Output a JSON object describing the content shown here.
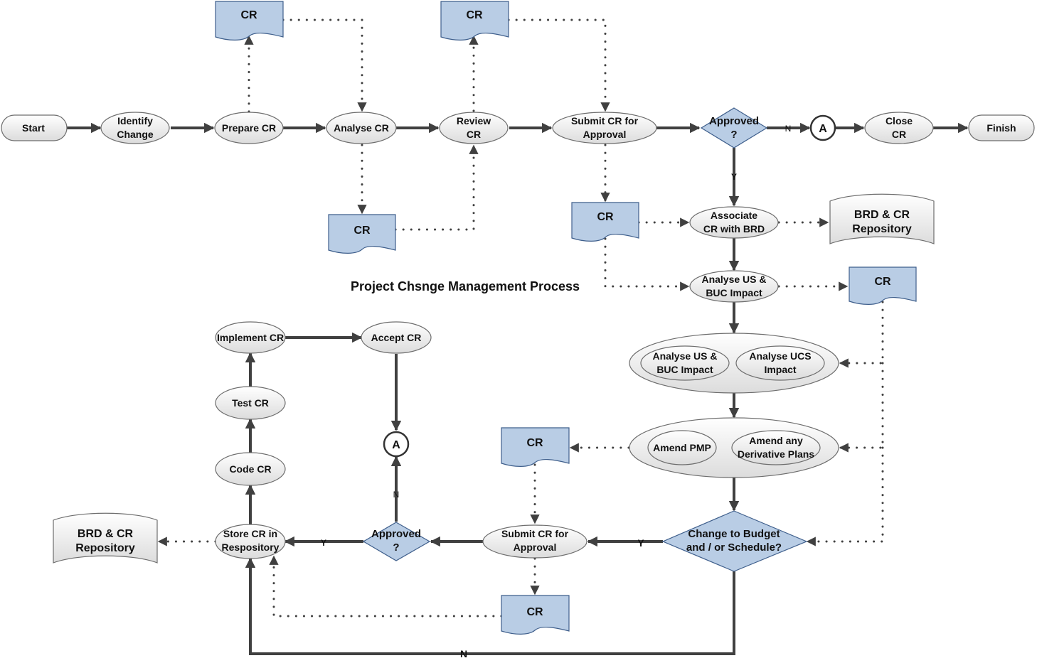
{
  "title": "Project Chsnge Management Process",
  "nodes": {
    "start": "Start",
    "identify_change": [
      "Identify",
      "Change"
    ],
    "prepare_cr": "Prepare CR",
    "analyse_cr": "Analyse CR",
    "review_cr": [
      "Review",
      "CR"
    ],
    "submit_cr_top": [
      "Submit CR for",
      "Approval"
    ],
    "approved_top": [
      "Approved",
      "?"
    ],
    "connector_a_top": "A",
    "close_cr": [
      "Close",
      "CR"
    ],
    "finish": "Finish",
    "associate_cr": [
      "Associate",
      "CR with BRD"
    ],
    "brd_repo_top": [
      "BRD & CR",
      "Repository"
    ],
    "analyse_us_buc_1": [
      "Analyse US &",
      "BUC Impact"
    ],
    "analyse_us_buc_2": [
      "Analyse US &",
      "BUC Impact"
    ],
    "analyse_ucs": [
      "Analyse UCS",
      "Impact"
    ],
    "amend_pmp": "Amend PMP",
    "amend_plans": [
      "Amend any",
      "Derivative Plans"
    ],
    "change_budget": [
      "Change to Budget",
      "and / or Schedule?"
    ],
    "submit_cr_bottom": [
      "Submit CR for",
      "Approval"
    ],
    "approved_bottom": [
      "Approved",
      "?"
    ],
    "store_cr": [
      "Store CR in",
      "Respository"
    ],
    "brd_repo_bottom": [
      "BRD & CR",
      "Repository"
    ],
    "code_cr": "Code CR",
    "test_cr": "Test CR",
    "implement_cr": "Implement CR",
    "accept_cr": "Accept CR",
    "connector_a_bottom": "A"
  },
  "documents": {
    "doc1": "CR",
    "doc2": "CR",
    "doc3": "CR",
    "doc4": "CR",
    "doc5": "CR",
    "doc6": "CR",
    "doc7": "CR"
  },
  "edge_labels": {
    "n_top": "N",
    "y_top": "Y",
    "y_change": "Y",
    "y_store": "Y",
    "n_approved": "N",
    "n_bottom": "N"
  }
}
